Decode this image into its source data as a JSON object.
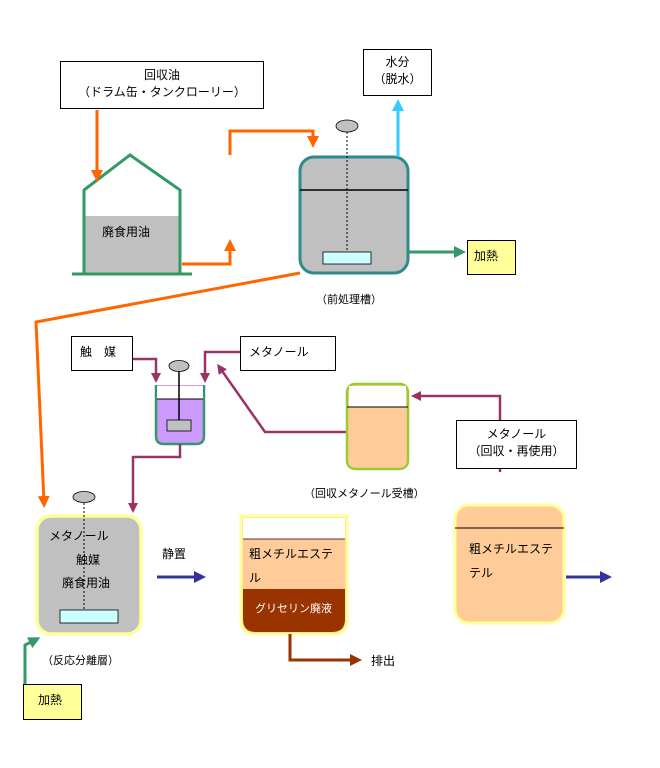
{
  "boxes": {
    "recovered_oil": {
      "line1": "回収油",
      "line2": "（ドラム缶・タンクローリー）"
    },
    "water": {
      "line1": "水分",
      "line2": "（脱水）"
    },
    "catalyst": {
      "label": "触　媒"
    },
    "methanol_top": {
      "label": "メタノール"
    },
    "methanol_reuse": {
      "line1": "メタノール",
      "line2": "（回収・再使用）"
    },
    "heat_top": {
      "label": "加熱"
    },
    "heat_bottom": {
      "label": "加熱"
    }
  },
  "vessels": {
    "waste_tank": {
      "label": "廃食用油"
    },
    "pretreat": {
      "caption": "（前処理槽）"
    },
    "recovered_methanol": {
      "caption": "（回収メタノール受槽）"
    },
    "reaction": {
      "line1": "メタノール",
      "line2": "触媒",
      "line3": "廃食用油",
      "caption": "（反応分離層）"
    },
    "separator": {
      "upper_line1": "粗メチルエステ",
      "upper_line2": "ル",
      "lower": "グリセリン廃液"
    },
    "product": {
      "line1": "粗メチルエステ",
      "line2": "テル"
    }
  },
  "labels": {
    "settle": "静置",
    "discharge": "排出"
  },
  "colors": {
    "orange": "#ff6600",
    "teal": "#2e8b8b",
    "green_flow": "#339966",
    "purple": "#993366",
    "cyan": "#33ccff",
    "navy": "#333399",
    "brown": "#993300",
    "gray_fill": "#c0c0c0",
    "peach": "#ffcc99",
    "violet": "#cc99ff",
    "yellow_box": "#ffff99",
    "lime_border": "#ffff99"
  }
}
